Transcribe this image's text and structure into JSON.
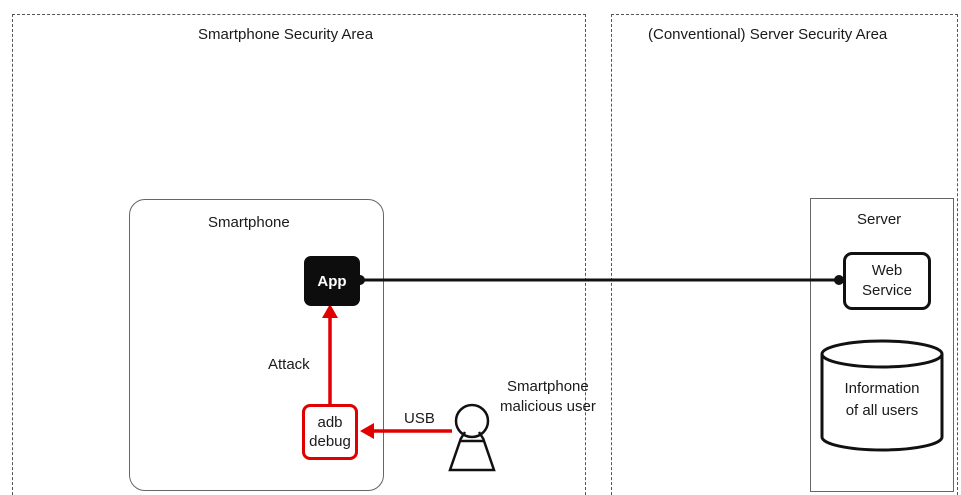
{
  "areas": {
    "smartphone_area_title": "Smartphone Security Area",
    "server_area_title": "(Conventional) Server Security Area"
  },
  "smartphone": {
    "title": "Smartphone",
    "app_label": "App",
    "adb_line1": "adb",
    "adb_line2": "debug",
    "attack_label": "Attack"
  },
  "connections": {
    "usb_label": "USB"
  },
  "malicious_user": {
    "line1": "Smartphone",
    "line2": "malicious user"
  },
  "server": {
    "title": "Server",
    "web_service_line1": "Web",
    "web_service_line2": "Service",
    "database_line1": "Information",
    "database_line2": "of all users"
  },
  "colors": {
    "attack_red": "#e00000",
    "dark": "#0d0d0d"
  }
}
